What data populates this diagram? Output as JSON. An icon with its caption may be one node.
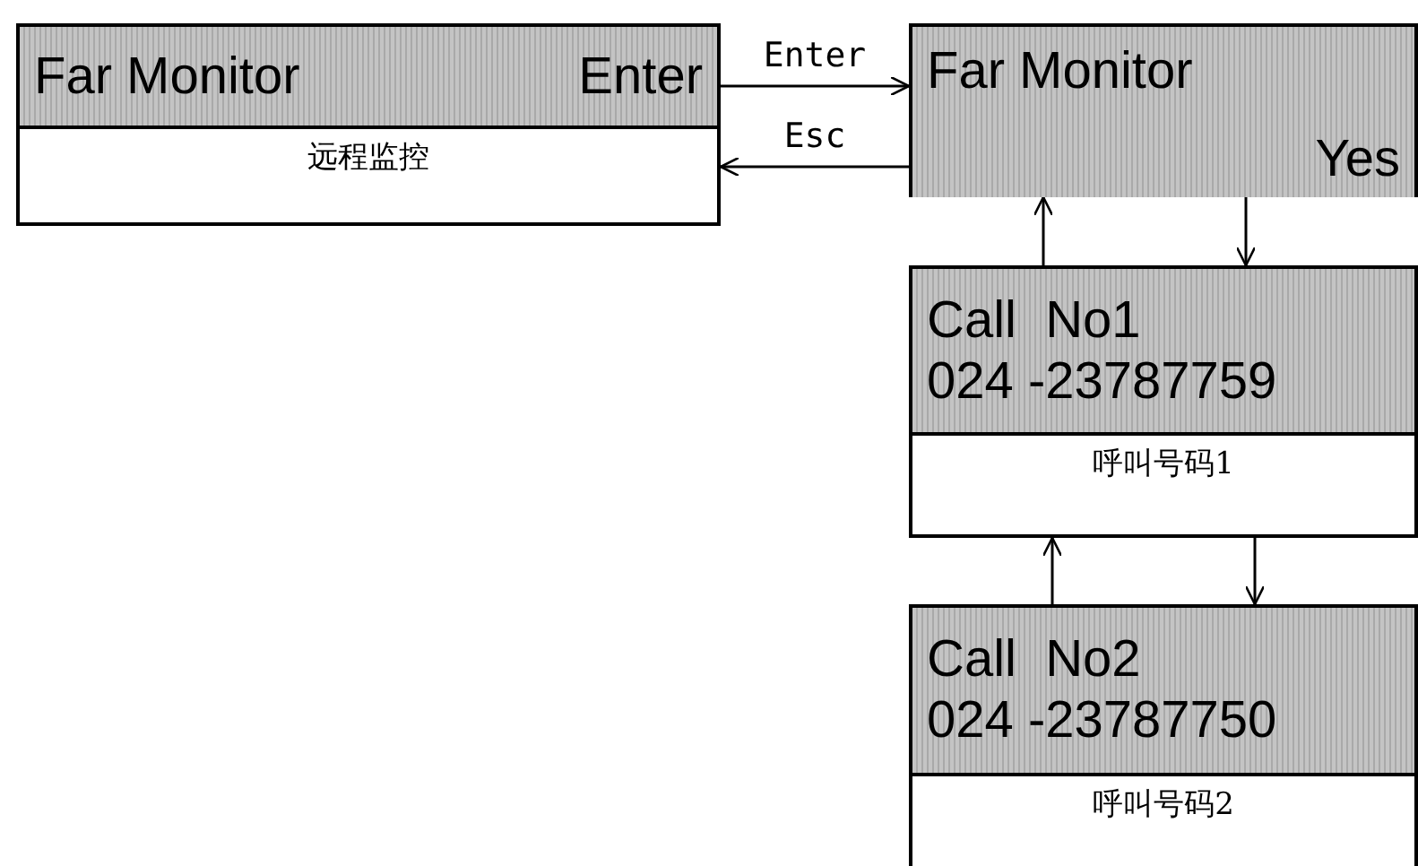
{
  "diagram": {
    "nodes": [
      {
        "text": [
          "Far Monitor",
          "Enter",
          "远程监控"
        ]
      },
      {
        "text": [
          "Far Monitor",
          "Yes"
        ]
      },
      {
        "text": [
          "Call  No1",
          "024 -23787759",
          "呼叫号码1"
        ]
      },
      {
        "text": [
          "Call  No2",
          "024 -23787750",
          "呼叫号码2"
        ]
      }
    ],
    "edges": [
      {
        "from": 0,
        "to": 1,
        "arrow": "to",
        "label": "Enter"
      },
      {
        "from": 1,
        "to": 0,
        "arrow": "to",
        "label": "Esc"
      },
      {
        "from": 2,
        "to": 1,
        "arrow": "to"
      },
      {
        "from": 1,
        "to": 2,
        "arrow": "to"
      },
      {
        "from": 3,
        "to": 2,
        "arrow": "to"
      },
      {
        "from": 2,
        "to": 3,
        "arrow": "to"
      }
    ]
  }
}
